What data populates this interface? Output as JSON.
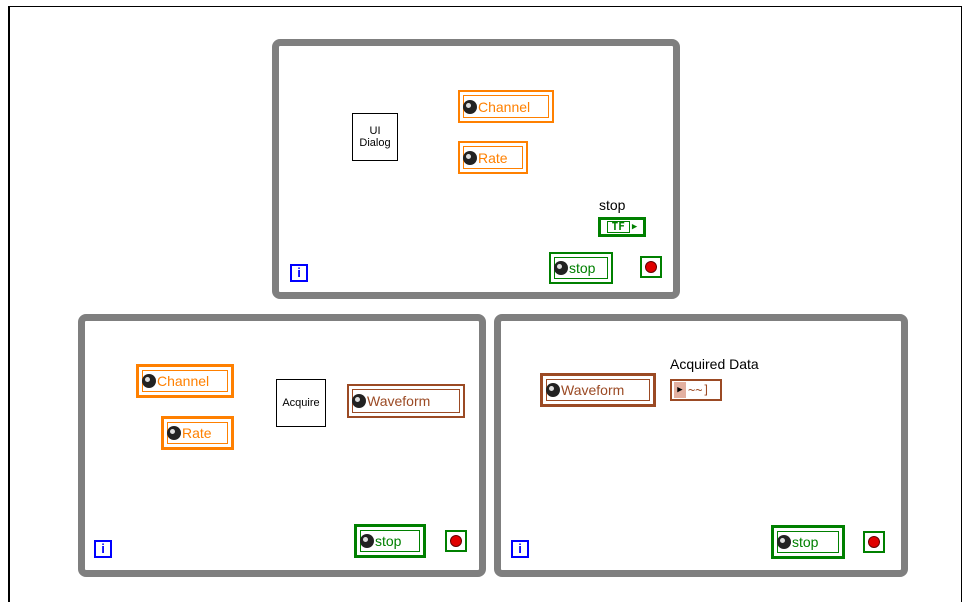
{
  "loops": {
    "top": {
      "iteration_label": "i"
    },
    "bottom_left": {
      "iteration_label": "i"
    },
    "bottom_right": {
      "iteration_label": "i"
    }
  },
  "top_loop": {
    "subvi_ui_dialog": "UI\nDialog",
    "channel_global": "Channel",
    "rate_global": "Rate",
    "stop_label": "stop",
    "stop_indicator_text": "TF",
    "stop_global": "stop"
  },
  "bottom_left_loop": {
    "channel_global": "Channel",
    "rate_global": "Rate",
    "subvi_acquire": "Acquire",
    "waveform_global": "Waveform",
    "stop_global": "stop"
  },
  "bottom_right_loop": {
    "waveform_global": "Waveform",
    "acquired_data_label": "Acquired Data",
    "waveform_indicator_glyph": "~~]",
    "stop_global": "stop"
  },
  "colors": {
    "numeric_orange": "#ff8000",
    "boolean_green": "#008000",
    "waveform_brown": "#9b4a24",
    "loop_gray": "#7f7f7f",
    "iteration_blue": "#0000ff",
    "stop_red": "#e00000"
  },
  "icons": [
    "globe-icon",
    "stop-button-icon",
    "iteration-terminal-icon"
  ]
}
